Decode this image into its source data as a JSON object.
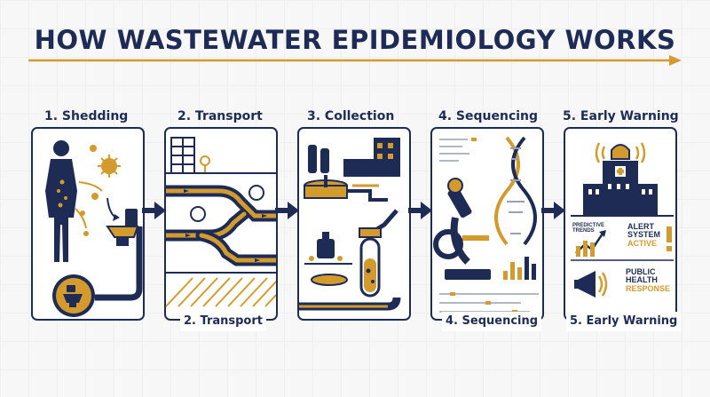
{
  "title": "HOW WASTEWATER EPIDEMIOLOGY WORKS",
  "steps": [
    {
      "label": "1. Shedding"
    },
    {
      "label": "2. Transport"
    },
    {
      "label": "3. Collection"
    },
    {
      "label": "4. Sequencing"
    },
    {
      "label": "5. Early Warning"
    }
  ],
  "captions": {
    "transport": "2. Transport",
    "sequencing": "4. Sequencing",
    "early_warning": "5. Early Warning"
  },
  "early_warning_panel": {
    "predictive": "PREDICTIVE TRENDS",
    "alert_line1": "ALERT",
    "alert_line2": "SYSTEM",
    "alert_line3": "ACTIVE",
    "public_line1": "PUBLIC",
    "public_line2": "HEALTH",
    "public_line3": "RESPONSE"
  },
  "colors": {
    "navy": "#1e2c55",
    "gold": "#d39a2e",
    "background": "#f7f7f8"
  }
}
